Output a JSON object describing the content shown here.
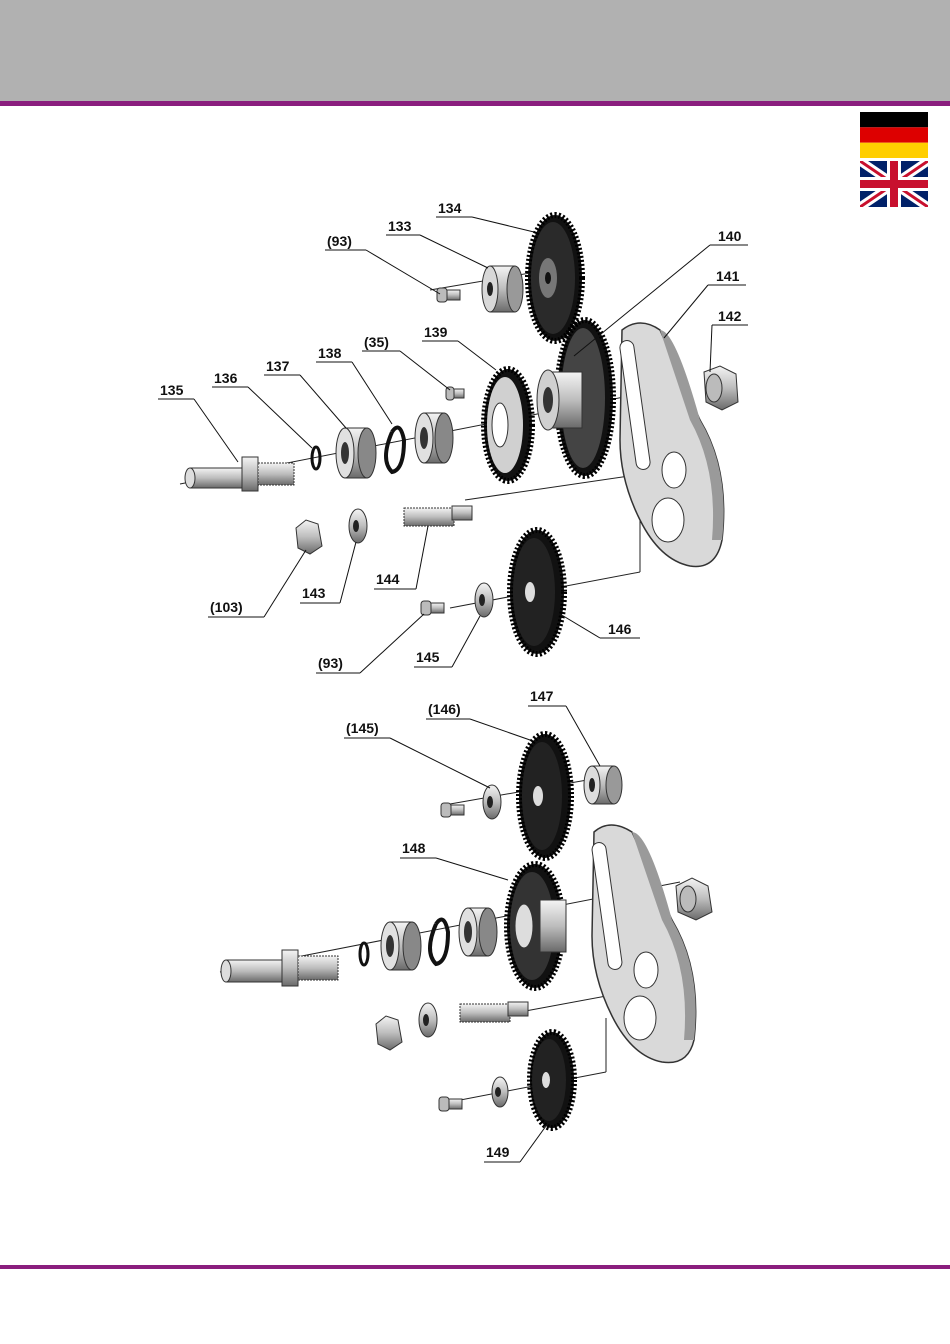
{
  "colors": {
    "header": "#b1b1b1",
    "accent": "#8a1e7e"
  },
  "flags": [
    {
      "name": "de-flag-icon"
    },
    {
      "name": "uk-flag-icon"
    }
  ],
  "labels_top": {
    "p134": "134",
    "p133": "133",
    "p93a": "(93)",
    "p140": "140",
    "p141": "141",
    "p142": "142",
    "p139": "139",
    "p35": "(35)",
    "p138": "138",
    "p137": "137",
    "p136": "136",
    "p135": "135",
    "p103": "(103)",
    "p143": "143",
    "p144": "144",
    "p146": "146",
    "p145": "145",
    "p93b": "(93)"
  },
  "labels_bottom": {
    "p147": "147",
    "p146": "(146)",
    "p145": "(145)",
    "p148": "148",
    "p149": "149"
  }
}
